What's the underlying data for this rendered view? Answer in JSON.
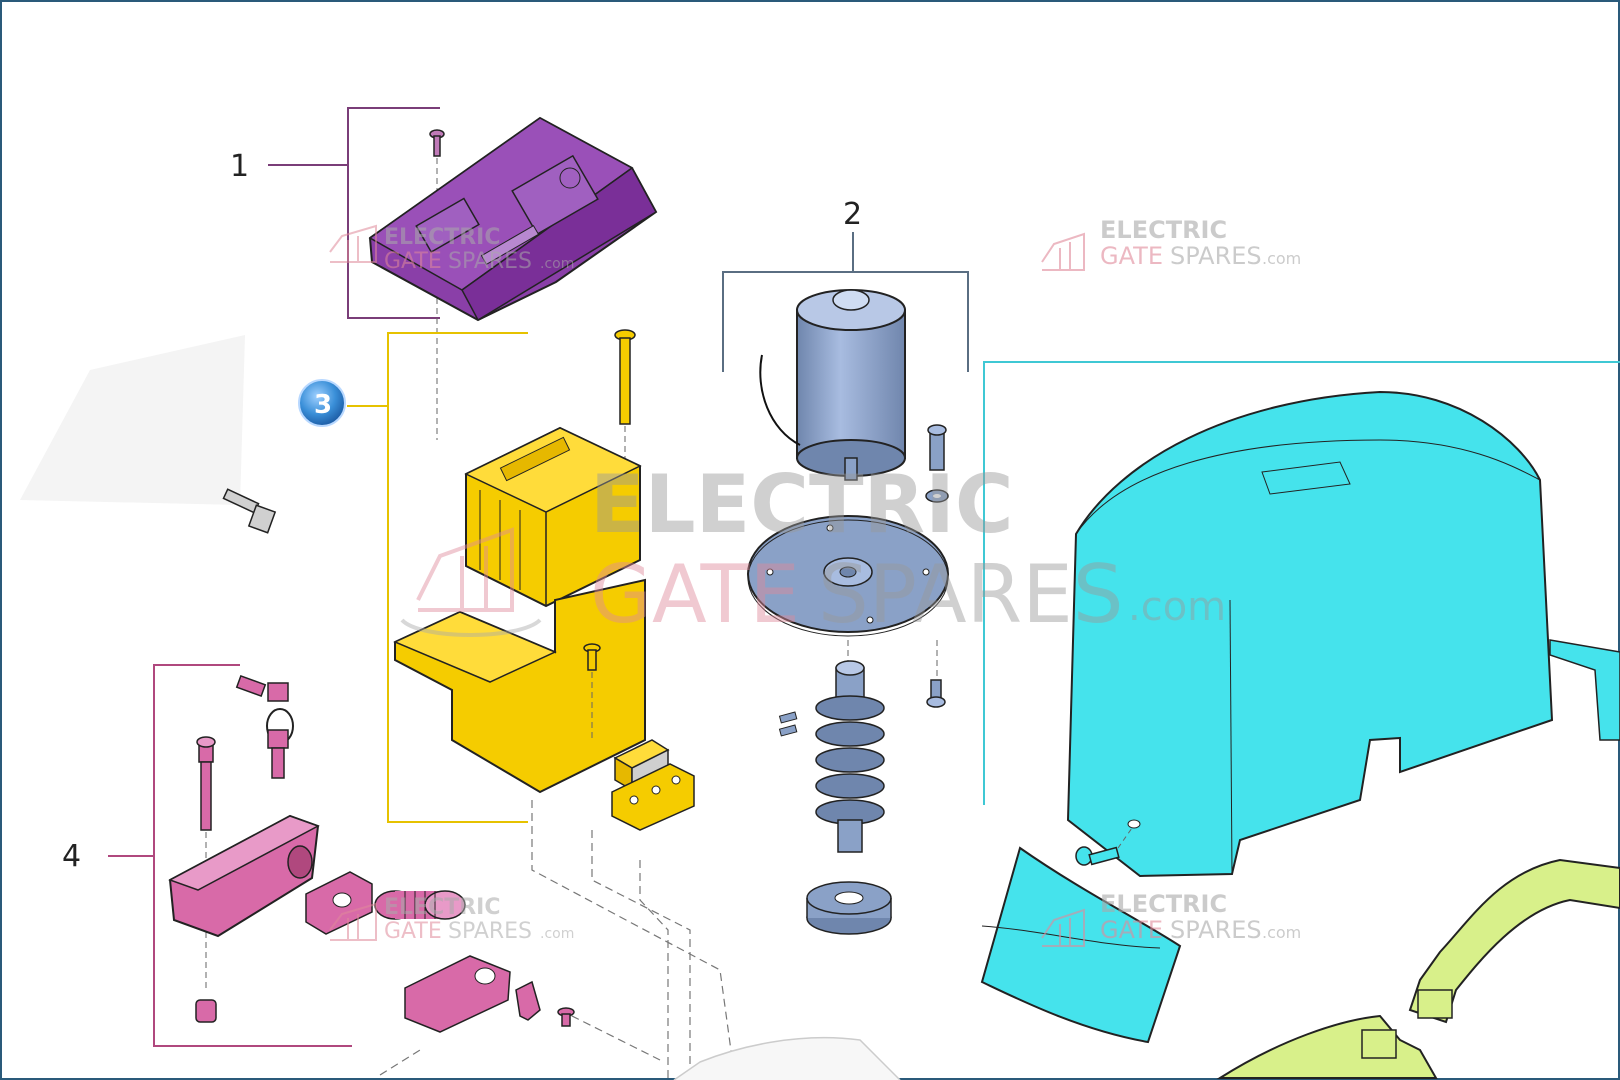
{
  "diagram": {
    "callouts": [
      {
        "id": "1",
        "label": "1"
      },
      {
        "id": "2",
        "label": "2"
      },
      {
        "id": "3",
        "label": "3"
      },
      {
        "id": "4",
        "label": "4"
      }
    ],
    "watermark": {
      "line1": "ELECTRIC",
      "line2_a": "GATE",
      "line2_b": "SPARES",
      "suffix": ".com"
    },
    "colors": {
      "group1_bracket": "#7a3d78",
      "group2_bracket": "#5a6e82",
      "group3_bracket": "#e6c200",
      "group4_bracket": "#b0487e",
      "group5_bracket": "#3fc8d4",
      "control_board": "#8a3fa8",
      "motor": "#8aa1c7",
      "transformer_bracket": "#f5cc00",
      "cover": "#45e3ec",
      "release_parts": "#d86aa8",
      "rack": "#d8f08a",
      "callout_badge": "#3a8fd8"
    },
    "icons": [
      "screw-icon",
      "key-icon",
      "motor-icon",
      "gear-icon",
      "watermark-logo-icon"
    ]
  }
}
